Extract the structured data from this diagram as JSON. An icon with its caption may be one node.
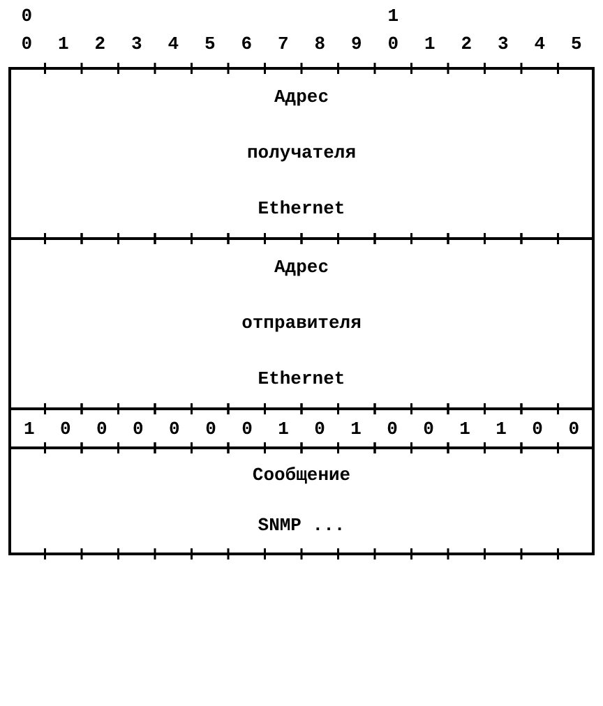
{
  "diagram": {
    "nodes": [
      {
        "text": [
          "Адрес получателя Ethernet"
        ]
      },
      {
        "text": [
          "Адрес отправителя Ethernet"
        ]
      },
      {
        "text": [
          "1 0 0 0 0 0 0 1 0 1 0 0 1 1 0 0"
        ]
      },
      {
        "text": [
          "Сообщение SNMP ..."
        ]
      }
    ],
    "labels": [
      "0",
      "1",
      "0",
      "1",
      "2",
      "3",
      "4",
      "5",
      "6",
      "7",
      "8",
      "9",
      "0",
      "1",
      "2",
      "3",
      "4",
      "5"
    ]
  }
}
